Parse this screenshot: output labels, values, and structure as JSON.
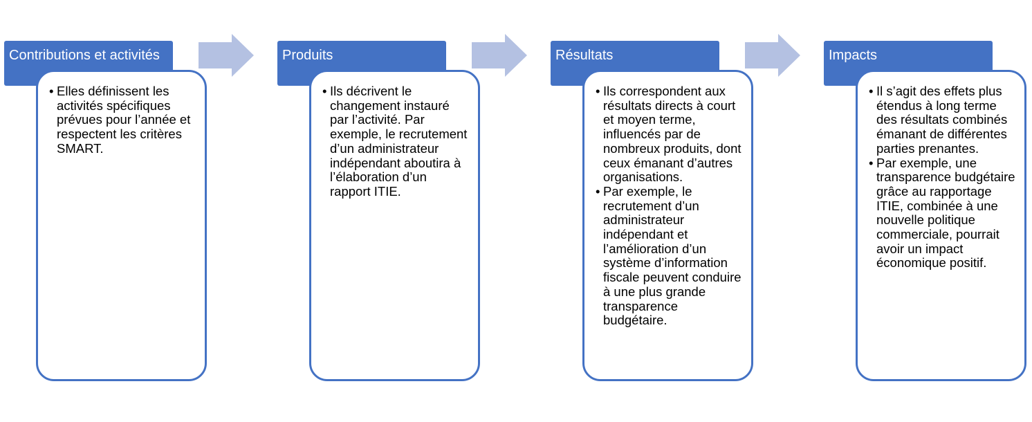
{
  "stages": [
    {
      "title": "Contributions et activités",
      "bullets": [
        "Elles définissent les activités spécifiques prévues pour l’année et respectent les critères SMART."
      ]
    },
    {
      "title": "Produits",
      "bullets": [
        "Ils décrivent le changement instauré par l’activité. Par exemple, le recrutement d’un administrateur indépendant aboutira à l’élaboration d’un rapport ITIE."
      ]
    },
    {
      "title": "Résultats",
      "bullets": [
        "Ils correspondent aux résultats directs à court et moyen terme, influencés par de nombreux produits, dont ceux émanant d’autres organisations.",
        "Par exemple, le recrutement d’un administrateur indépendant et l’amélioration d’un système d’information fiscale peuvent conduire à une plus grande transparence budgétaire."
      ]
    },
    {
      "title": "Impacts",
      "bullets": [
        "Il s’agit des effets plus étendus à long terme des résultats combinés émanant de différentes parties prenantes.",
        "Par exemple, une transparence budgétaire grâce au rapportage ITIE, combinée à une nouvelle politique commerciale, pourrait avoir un impact économique positif."
      ]
    }
  ],
  "colors": {
    "header": "#4472c4",
    "border": "#4472c4",
    "arrow": "#b4c1e2"
  }
}
